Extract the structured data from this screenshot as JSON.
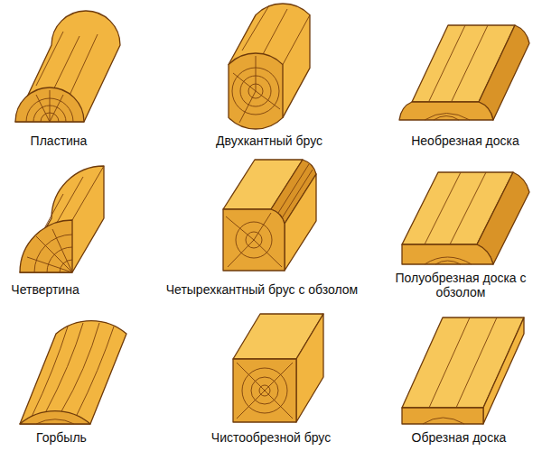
{
  "diagram": {
    "labels": [
      "Пластина",
      "Двухкантный брус",
      "Необрезная доска",
      "Четвертина",
      "Четырехкантный брус с обзолом",
      "Полуобрезная доска с обзолом",
      "Горбыль",
      "Чистообрезной брус",
      "Обрезная доска"
    ]
  }
}
